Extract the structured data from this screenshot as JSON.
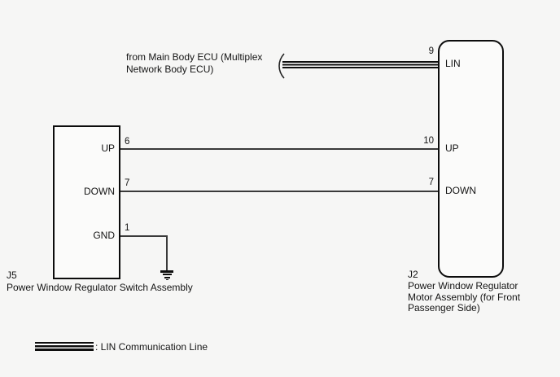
{
  "note": {
    "text": "from Main Body ECU (Multiplex\nNetwork Body ECU)"
  },
  "left_connector": {
    "id": "J5",
    "name": "Power Window Regulator Switch Assembly",
    "pins": [
      {
        "number": "6",
        "label": "UP"
      },
      {
        "number": "7",
        "label": "DOWN"
      },
      {
        "number": "1",
        "label": "GND"
      }
    ]
  },
  "right_connector": {
    "id": "J2",
    "name": "Power Window Regulator\nMotor Assembly (for Front\nPassenger Side)",
    "pins": [
      {
        "number": "9",
        "label": "LIN"
      },
      {
        "number": "10",
        "label": "UP"
      },
      {
        "number": "7",
        "label": "DOWN"
      }
    ]
  },
  "legend": {
    "label": ": LIN Communication Line"
  },
  "colors": {
    "background": "#f6f6f5",
    "wire": "#3a3a3a",
    "ink": "#0e0e0e"
  }
}
